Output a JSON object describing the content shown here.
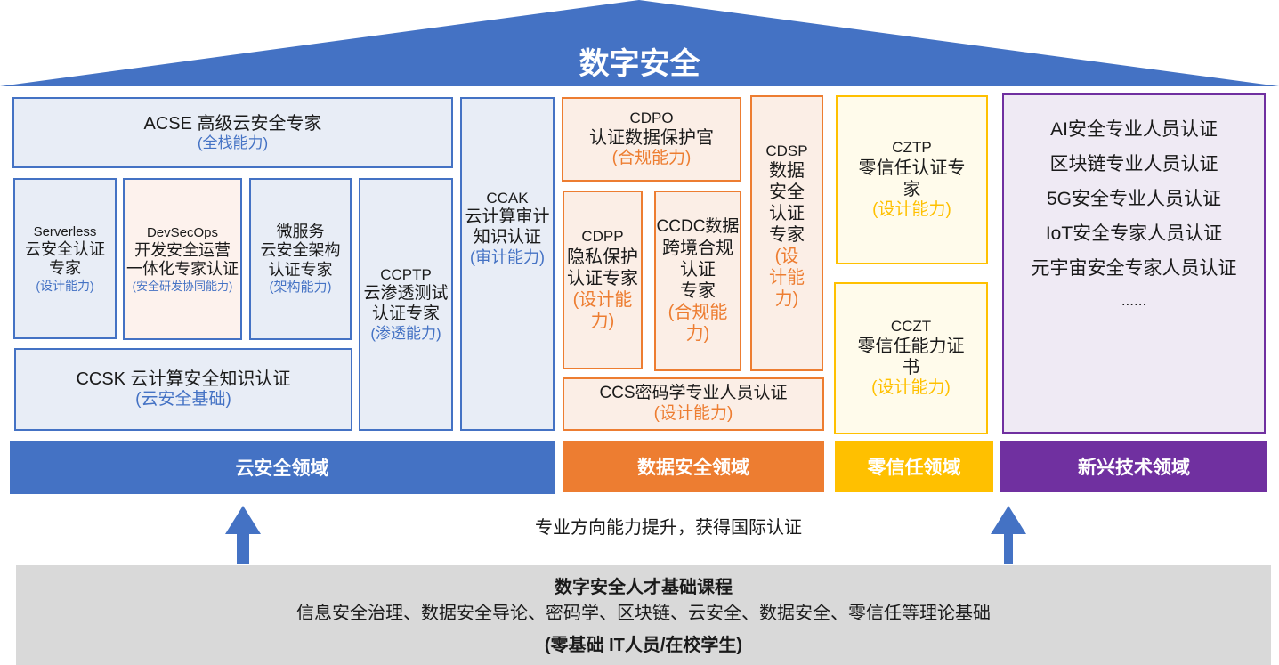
{
  "roof": {
    "title": "数字安全"
  },
  "cloud": {
    "acse": {
      "name": "ACSE 高级云安全专家",
      "sub": "(全栈能力)"
    },
    "serverless": {
      "line1": "Serverless",
      "line2": "云安全认证",
      "line3": "专家",
      "sub": "(设计能力)"
    },
    "devsecops": {
      "line1": "DevSecOps",
      "line2": "开发安全运营",
      "line3": "一体化专家认证",
      "sub": "(安全研发协同能力)"
    },
    "microservice": {
      "line1": "微服务",
      "line2": "云安全架构",
      "line3": "认证专家",
      "sub": "(架构能力)"
    },
    "ccptp": {
      "line1": "CCPTP",
      "line2": "云渗透测试",
      "line3": "认证专家",
      "sub": "(渗透能力)"
    },
    "ccak": {
      "line1": "CCAK",
      "line2": "云计算审计",
      "line3": "知识认证",
      "sub": "(审计能力)"
    },
    "ccsk": {
      "name": "CCSK 云计算安全知识认证",
      "sub": "(云安全基础)"
    },
    "bar_label": "云安全领域"
  },
  "data_security": {
    "cdpo": {
      "line1": "CDPO",
      "line2": "认证数据保护官",
      "sub": "(合规能力)"
    },
    "cdpp": {
      "line1": "CDPP",
      "line2": "隐私保护",
      "line3": "认证专家",
      "sub1": "(设计能",
      "sub2": "力)"
    },
    "ccdc": {
      "line1": "CCDC数据",
      "line2": "跨境合规",
      "line3": "认证",
      "line4": "专家",
      "sub1": "(合规能",
      "sub2": "力)"
    },
    "cdsp": {
      "line1": "CDSP",
      "line2": "数据",
      "line3": "安全",
      "line4": "认证",
      "line5": "专家",
      "sub1": "(设",
      "sub2": "计能",
      "sub3": "力)"
    },
    "ccs": {
      "name": "CCS密码学专业人员认证",
      "sub": "(设计能力)"
    },
    "bar_label": "数据安全领域"
  },
  "zero_trust": {
    "cztp": {
      "line1": "CZTP",
      "line2": "零信任认证专",
      "line3": "家",
      "sub": "(设计能力)"
    },
    "cczt": {
      "line1": "CCZT",
      "line2": "零信任能力证",
      "line3": "书",
      "sub": "(设计能力)"
    },
    "bar_label": "零信任领域"
  },
  "emerging": {
    "items": [
      "AI安全专业人员认证",
      "区块链专业人员认证",
      "5G安全专业人员认证",
      "IoT安全专家人员认证",
      "元宇宙安全专家人员认证",
      "......"
    ],
    "bar_label": "新兴技术领域"
  },
  "middle_caption": "专业方向能力提升，获得国际认证",
  "foundation": {
    "title": "数字安全人才基础课程",
    "subjects": "信息安全治理、数据安全导论、密码学、区块链、云安全、数据安全、零信任等理论基础",
    "audience": "(零基础 IT人员/在校学生)"
  },
  "colors": {
    "blue": "#4472c4",
    "orange": "#ed7d31",
    "yellow": "#ffc000",
    "purple": "#7030a0",
    "gray": "#d9d9d9"
  }
}
